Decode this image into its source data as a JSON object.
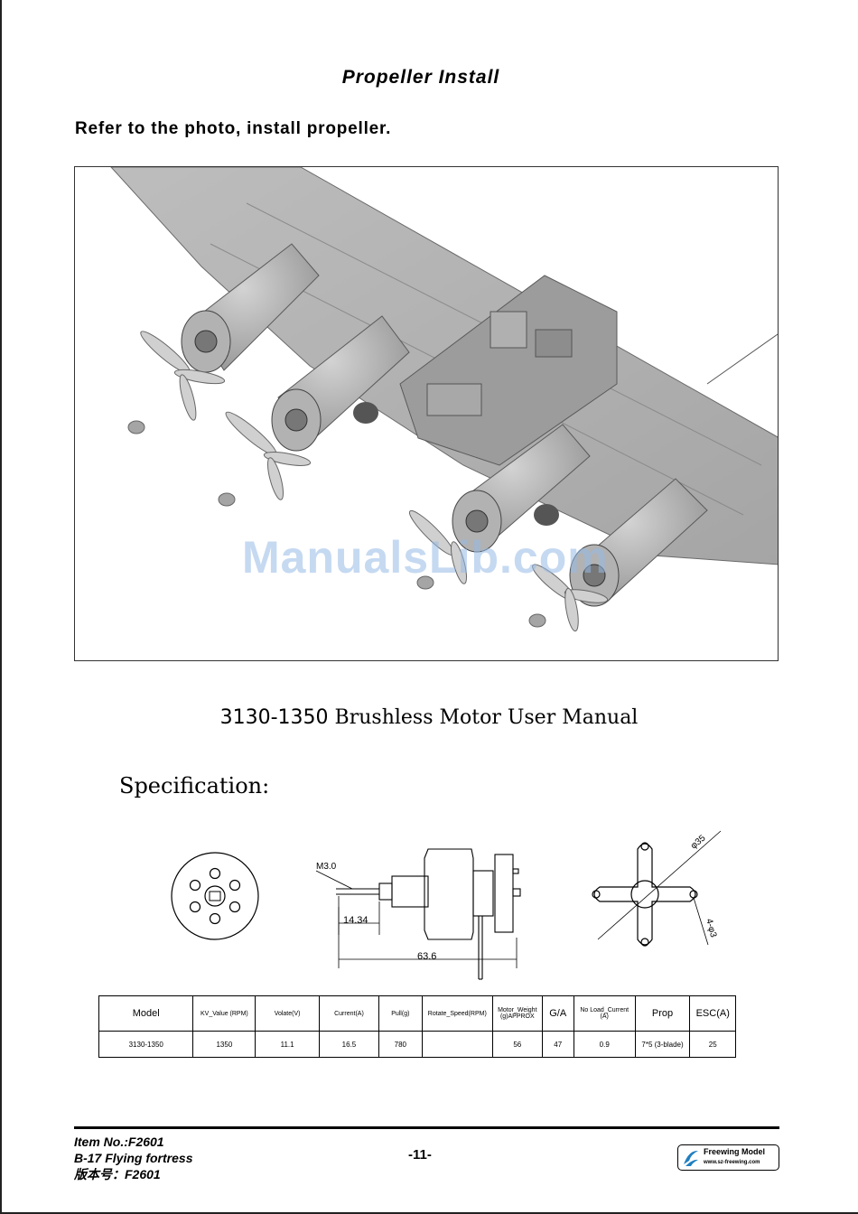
{
  "section_title": "Propeller Install",
  "instruction": "Refer to the photo, install propeller.",
  "watermark": "ManualsLib.com",
  "manual_title": {
    "model": "3130-1350",
    "text": "Brushless Motor User Manual"
  },
  "spec_heading": "Specification:",
  "drawing_labels": {
    "thread": "M3.0",
    "shaft_length": "14.34",
    "total_length": "63.6",
    "mount_diameter": "φ35",
    "hole_spec": "4-φ3"
  },
  "spec_table": {
    "headers": [
      "Model",
      "KV_Value (RPM)",
      "Volate(V)",
      "Current(A)",
      "Pull(g)",
      "Rotate_Speed(RPM)",
      "Motor_Weight (g)APPROX",
      "G/A",
      "No Load_Current (A)",
      "Prop",
      "ESC(A)"
    ],
    "row": [
      "3130-1350",
      "1350",
      "11.1",
      "16.5",
      "780",
      "",
      "56",
      "47",
      "0.9",
      "7*5 (3-blade)",
      "25"
    ]
  },
  "footer": {
    "item_no": "Item No.:F2601",
    "product": "B-17 Flying fortress",
    "version": "版本号：F2601",
    "page_number": "-11-",
    "brand": "Freewing Model",
    "url": "www.sz-freewing.com"
  }
}
